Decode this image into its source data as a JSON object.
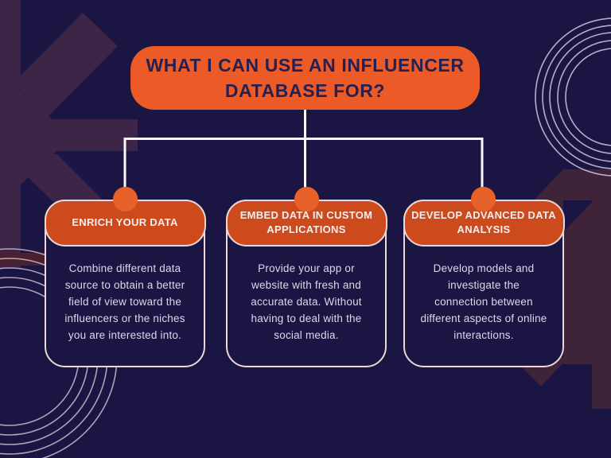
{
  "title": {
    "text": "WHAT I CAN USE AN INFLUENCER\nDATABASE FOR?"
  },
  "cards": [
    {
      "id": "enrich-your-data",
      "header": "ENRICH YOUR DATA",
      "body": "Combine different data\nsource to obtain a better\nfield of view toward the\ninfluencers or the niches\nyou are interested into."
    },
    {
      "id": "embed-data-in-custom-applications",
      "header": "EMBED DATA IN CUSTOM\nAPPLICATIONS",
      "body": "Provide your app or\nwebsite with fresh and\naccurate data. Without\nhaving to deal with the\nsocial media."
    },
    {
      "id": "develop-advanced-data-analysis",
      "header": "DEVELOP ADVANCED DATA\nANALYSIS",
      "body": "Develop models and\ninvestigate the\nconnection between\ndifferent aspects of online\ninteractions."
    }
  ],
  "colors": {
    "background": "#1a1543",
    "title_box_orange": "#ec5b27",
    "card_header_orange": "#cc4a1c",
    "connector_dot_orange": "#e8602a",
    "card_border_pink": "#ecd8d8",
    "title_text_navy": "#262052",
    "header_text": "#f6eef0",
    "body_text": "#ded8eb",
    "connector_line_white": "#f8f8fb",
    "decor_plum_left": "#3c2546",
    "decor_plum_right": "#3e2339",
    "decor_maroon_accent": "#492030",
    "decor_ring_line": "#d3c9da"
  }
}
